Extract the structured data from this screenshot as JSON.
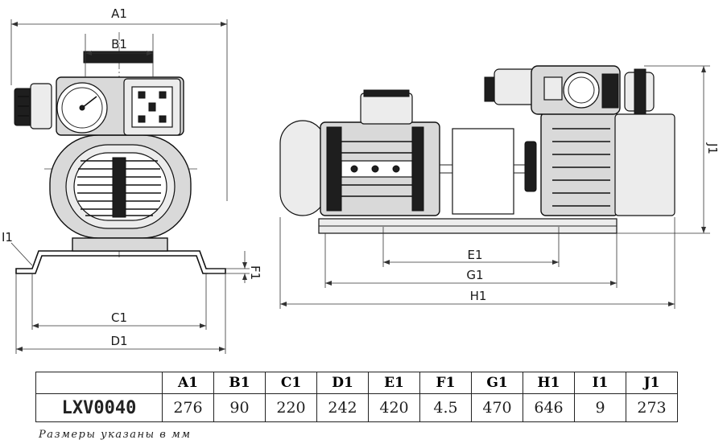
{
  "labels": {
    "a1": "A1",
    "b1": "B1",
    "c1": "C1",
    "d1": "D1",
    "e1": "E1",
    "f1": "F1",
    "g1": "G1",
    "h1": "H1",
    "i1": "I1",
    "j1": "J1"
  },
  "table": {
    "headers": [
      "A1",
      "B1",
      "C1",
      "D1",
      "E1",
      "F1",
      "G1",
      "H1",
      "I1",
      "J1"
    ],
    "model": "LXV0040",
    "values": [
      "276",
      "90",
      "220",
      "242",
      "420",
      "4.5",
      "470",
      "646",
      "9",
      "273"
    ]
  },
  "note": "Размеры указаны в мм",
  "colors": {
    "line": "#111111",
    "body_fill": "#d9d9d9",
    "dark_fill": "#1e1e1e"
  }
}
